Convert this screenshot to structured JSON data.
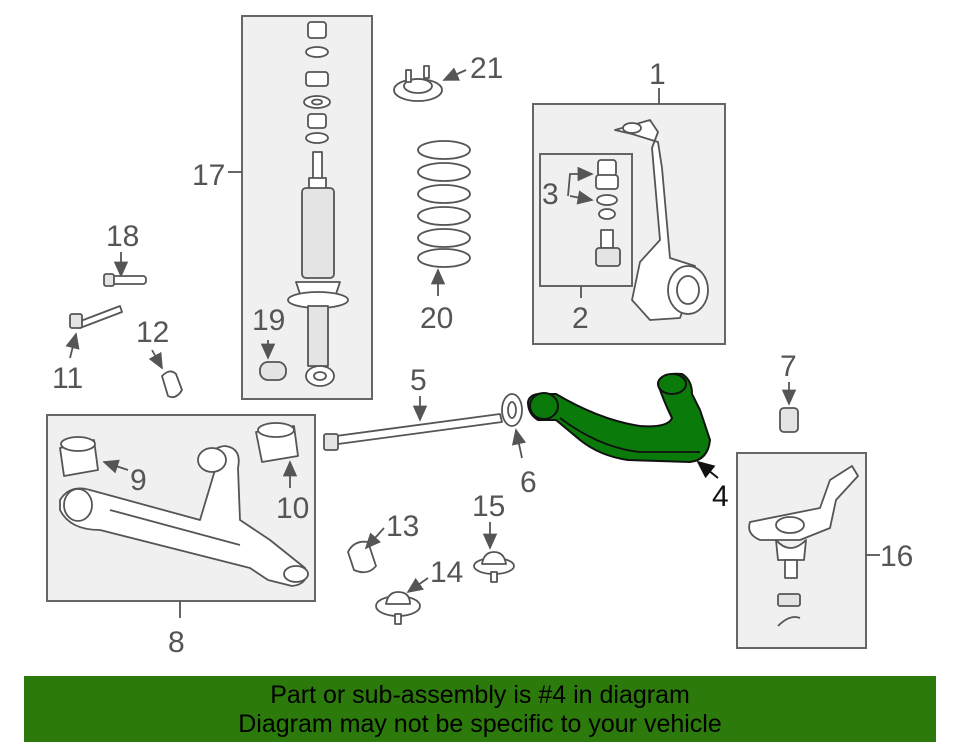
{
  "callouts": {
    "c1": "1",
    "c2": "2",
    "c3": "3",
    "c4": "4",
    "c5": "5",
    "c6": "6",
    "c7": "7",
    "c8": "8",
    "c9": "9",
    "c10": "10",
    "c11": "11",
    "c12": "12",
    "c13": "13",
    "c14": "14",
    "c15": "15",
    "c16": "16",
    "c17": "17",
    "c18": "18",
    "c19": "19",
    "c20": "20",
    "c21": "21"
  },
  "highlight": {
    "part_number": "4",
    "color": "#0a7a0a"
  },
  "banner": {
    "line1": "Part or sub-assembly is #4 in diagram",
    "line2": "Diagram may not be specific to your vehicle",
    "background": "#2b7a0b"
  }
}
